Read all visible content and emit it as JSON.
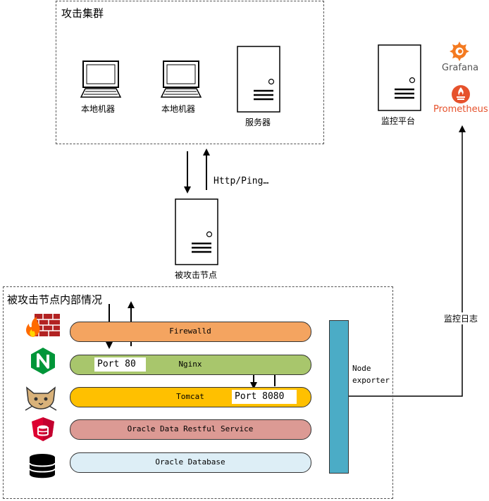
{
  "attack_cluster": {
    "title": "攻击集群",
    "pc1_label": "本地机器",
    "pc2_label": "本地机器",
    "server_label": "服务器"
  },
  "target_node": {
    "label": "被攻击节点",
    "protocol_label": "Http/Ping…"
  },
  "monitor": {
    "label": "监控平台",
    "grafana_label": "Grafana",
    "prometheus_label": "Prometheus",
    "log_label": "监控日志"
  },
  "internals": {
    "title": "被攻击节点内部情况",
    "layers": [
      {
        "name": "Firewalld",
        "color": "#f4a460"
      },
      {
        "name": "Nginx",
        "color": "#a8c66c"
      },
      {
        "name": "Tomcat",
        "color": "#ffc000"
      },
      {
        "name": "Oracle Data Restful Service",
        "color": "#dc9a94"
      },
      {
        "name": "Oracle Database",
        "color": "#ddeef6"
      }
    ],
    "port80": "Port 80",
    "port8080": "Port 8080",
    "exporter_label_1": "Node",
    "exporter_label_2": "exporter",
    "exporter_color": "#4bacc6"
  },
  "icons": [
    "desktop-computer-icon",
    "server-icon",
    "firewall-icon",
    "nginx-icon",
    "tomcat-icon",
    "oracle-rest-icon",
    "database-icon",
    "grafana-icon",
    "prometheus-icon"
  ]
}
